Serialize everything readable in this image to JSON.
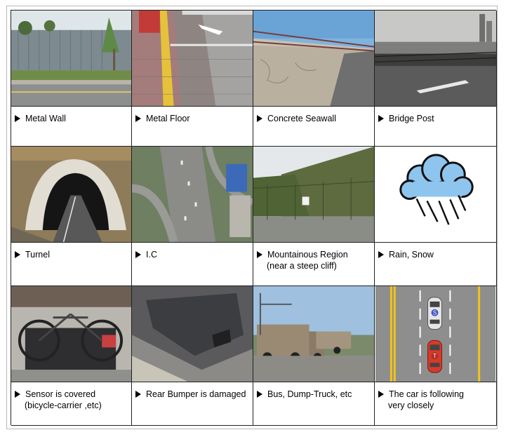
{
  "cells": [
    {
      "id": "metal-wall",
      "line1": "Metal Wall",
      "line2": ""
    },
    {
      "id": "metal-floor",
      "line1": "Metal Floor",
      "line2": ""
    },
    {
      "id": "concrete-seawall",
      "line1": "Concrete Seawall",
      "line2": ""
    },
    {
      "id": "bridge-post",
      "line1": "Bridge Post",
      "line2": ""
    },
    {
      "id": "turnel",
      "line1": "Turnel",
      "line2": ""
    },
    {
      "id": "ic",
      "line1": "I.C",
      "line2": ""
    },
    {
      "id": "mountainous",
      "line1": "Mountainous Region",
      "line2": "(near a steep cliff)"
    },
    {
      "id": "rain-snow",
      "line1": "Rain, Snow",
      "line2": ""
    },
    {
      "id": "sensor-covered",
      "line1": "Sensor is covered",
      "line2": "(bicycle-carrier ,etc)"
    },
    {
      "id": "rear-bumper",
      "line1": "Rear Bumper is damaged",
      "line2": ""
    },
    {
      "id": "bus-truck",
      "line1": "Bus, Dump-Truck, etc",
      "line2": ""
    },
    {
      "id": "following",
      "line1": "The car is following",
      "line2": "very closely"
    }
  ],
  "car_labels": {
    "front": "S",
    "rear": "T"
  },
  "colors": {
    "lane_yellow": "#f2c21a",
    "road_gray": "#8e8e8e",
    "rain_blue": "#8ec5ef"
  }
}
